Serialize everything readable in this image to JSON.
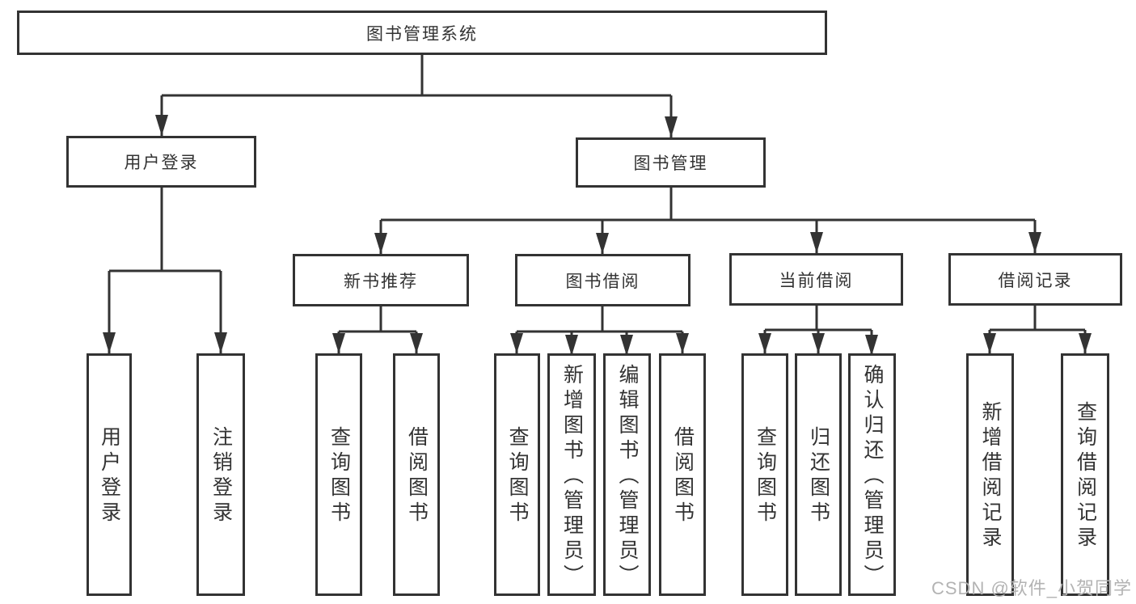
{
  "diagram": {
    "type": "hierarchy-tree",
    "title": "图书管理系统",
    "hierarchy": {
      "图书管理系统": {
        "用户登录": [
          "用户登录",
          "注销登录"
        ],
        "图书管理": {
          "新书推荐": [
            "查询图书",
            "借阅图书"
          ],
          "图书借阅": [
            "查询图书",
            "新增图书（管理员）",
            "编辑图书（管理员）",
            "借阅图书"
          ],
          "当前借阅": [
            "查询图书",
            "归还图书",
            "确认归还（管理员）"
          ],
          "借阅记录": [
            "新增借阅记录",
            "查询借阅记录"
          ]
        }
      }
    },
    "colors": {
      "line": "#333333",
      "box_border": "#333333",
      "box_fill": "#ffffff",
      "background": "#ffffff",
      "watermark": "#b3b3b3"
    }
  },
  "nodes": {
    "root": "图书管理系统",
    "user_login": "用户登录",
    "book_mgmt": "图书管理",
    "new_book_rec": "新书推荐",
    "book_borrow": "图书借阅",
    "current_borrow": "当前借阅",
    "borrow_records": "借阅记录",
    "ul_user_login": "用户登录",
    "ul_logout": "注销登录",
    "nr_query_books": "查询图书",
    "nr_borrow_books": "借阅图书",
    "bb_query_books": "查询图书",
    "bb_add_books": "新增图书（管理员）",
    "bb_edit_books": "编辑图书（管理员）",
    "bb_borrow_books": "借阅图书",
    "cb_query_books": "查询图书",
    "cb_return_books": "归还图书",
    "cb_confirm_return": "确认归还（管理员）",
    "br_add_record": "新增借阅记录",
    "br_query_record": "查询借阅记录"
  },
  "watermark": "CSDN @软件_小贺同学"
}
